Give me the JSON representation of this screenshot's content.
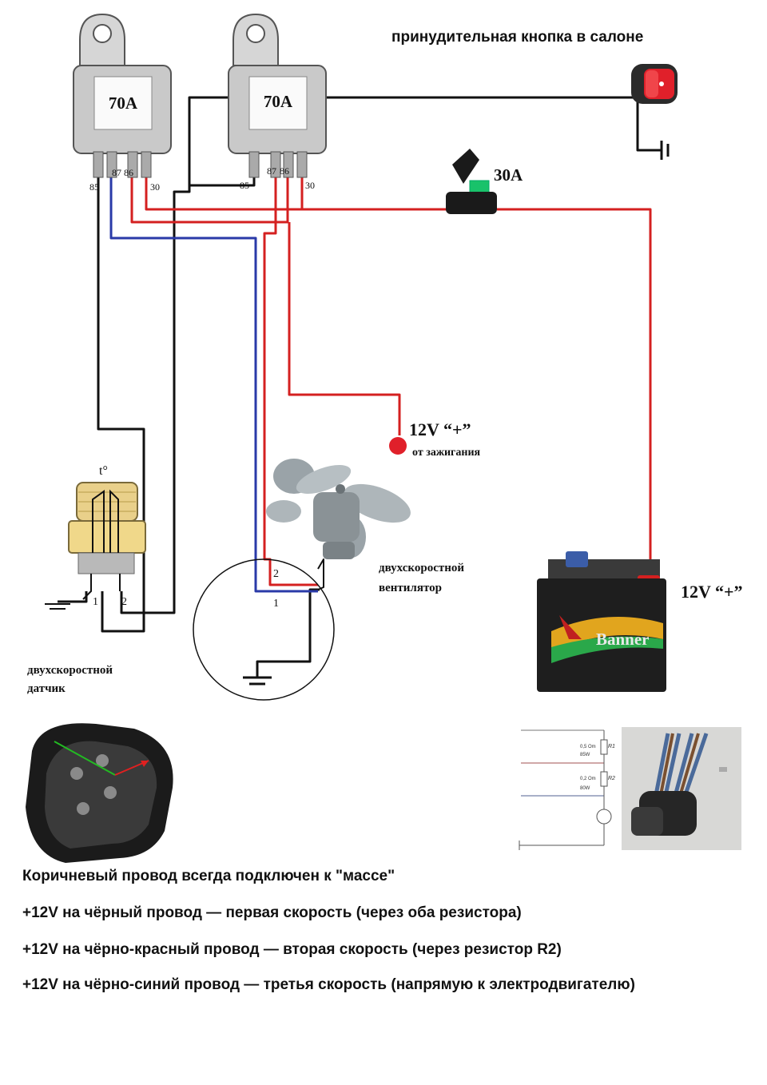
{
  "header": {
    "button_caption": "принудительная кнопка в салоне"
  },
  "relays": [
    {
      "rating": "70A",
      "pins": [
        "85",
        "87",
        "86",
        "30"
      ]
    },
    {
      "rating": "70A",
      "pins": [
        "85",
        "87",
        "86",
        "30"
      ]
    }
  ],
  "fuse": {
    "rating": "30A"
  },
  "ignition": {
    "voltage": "12V “+”",
    "source": "от зажигания"
  },
  "sensor": {
    "symbol": "t°",
    "terminal_1": "1",
    "terminal_2": "2",
    "label_line1": "двухскоростной",
    "label_line2": "датчик"
  },
  "fan": {
    "terminal_1": "1",
    "terminal_2": "2",
    "label_line1": "двухскоростной",
    "label_line2": "вентилятор"
  },
  "battery": {
    "brand": "Banner",
    "voltage": "12V “+”"
  },
  "resistors": [
    {
      "id": "R1",
      "value": "0,5 Om",
      "power": "85W"
    },
    {
      "id": "R2",
      "value": "0,2 Om",
      "power": "80W"
    }
  ],
  "notes": [
    "Коричневый провод всегда подключен к \"массе\"",
    "+12V на чёрный провод — первая скорость (через оба резистора)",
    "+12V на чёрно-красный провод — вторая скорость (через резистор R2)",
    "+12V на чёрно-синий провод — третья скорость (напрямую к электродвигателю)"
  ],
  "colors": {
    "wire_black": "#111111",
    "wire_red": "#d42020",
    "wire_blue": "#2a3aa8",
    "relay_body": "#c9c9c9",
    "fuse_green": "#19c26a",
    "switch_red": "#e0202a"
  }
}
